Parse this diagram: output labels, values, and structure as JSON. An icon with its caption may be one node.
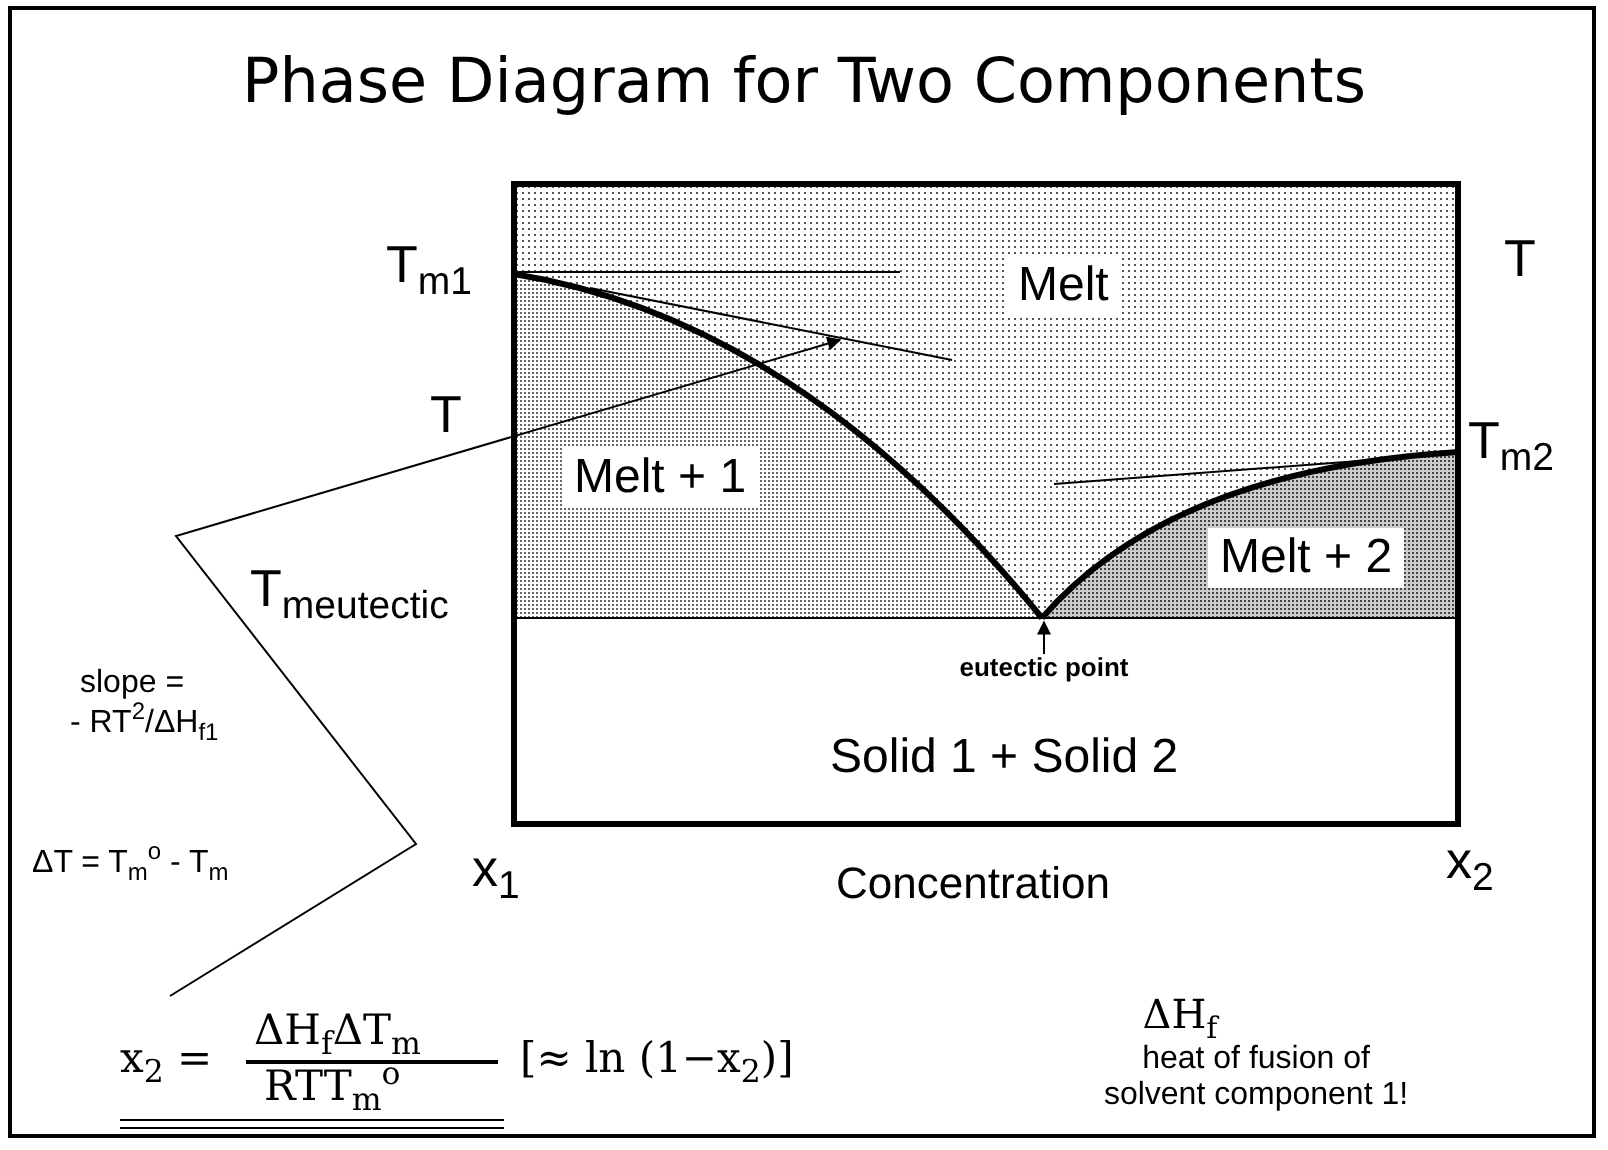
{
  "diagram": {
    "title": "Phase Diagram for Two Components",
    "nodes": [
      {
        "text": [
          "x$_{2}$ =",
          "ΔH$_{f}$ΔT$_{m}$",
          "RTT$_{m}$$^{o}$",
          "[≈ ln (1−x$_{2}$)]"
        ]
      },
      {
        "text": [
          "eutectic point"
        ]
      }
    ],
    "edges": [
      {
        "from": 0,
        "to": null,
        "arrow": "to"
      },
      {
        "from": 1,
        "to": null,
        "arrow": "to"
      }
    ],
    "labels": [
      "T$_{m}$$_{1}$",
      "T",
      "T$_{m}$$_{eutectic}$",
      "T",
      "T$_{m}$$_{2}$",
      "Melt",
      "Melt + 1",
      "Melt + 2",
      "Solid 1 + Solid 2",
      "slope =",
      "- RT$^{2}$/ΔH$_{f}$$_{1}$",
      "ΔT = T$_{m}$$^{o}$ - T$_{m}$",
      "x$_{1}$",
      "Concentration",
      "x$_{2}$",
      "ΔH$_{f}$",
      "heat of fusion of solvent component 1!"
    ]
  }
}
